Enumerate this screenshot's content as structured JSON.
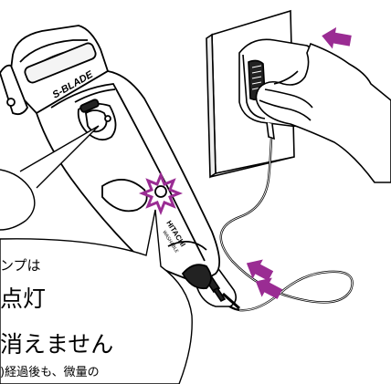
{
  "illustration": {
    "shaver": {
      "model_label": "S-BLADE",
      "maker_label": "HITACHI",
      "sub_label": "WASHABLE"
    },
    "callout": {
      "line1": "ンプは",
      "line2": "点灯",
      "line3": "消えません",
      "line4": ")経過後も、微量の"
    },
    "arrow_color": "#9a2c93",
    "lamp_color": "#9a2c93"
  }
}
